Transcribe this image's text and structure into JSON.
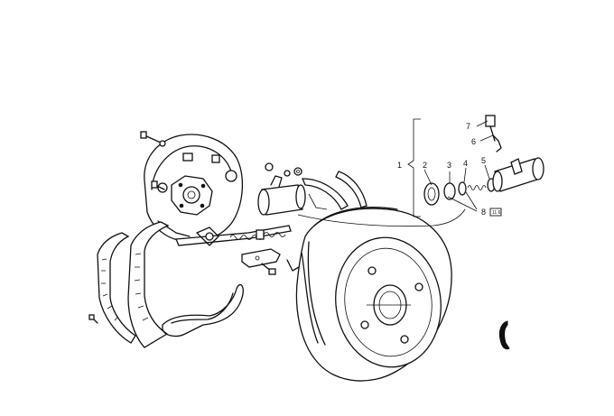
{
  "callouts": {
    "c1": "1",
    "c2": "2",
    "c3": "3",
    "c4": "4",
    "c5": "5",
    "c6": "6",
    "c7": "7",
    "c8": "8",
    "ref_box": "11 6"
  },
  "icons": {
    "backing_plate": "brake-backing-plate-icon",
    "brake_shoe": "brake-shoe-icon",
    "brake_drum": "brake-drum-icon",
    "wheel_cylinder": "wheel-cylinder-icon"
  },
  "colors": {
    "ink": "#111111",
    "paper": "#ffffff"
  }
}
